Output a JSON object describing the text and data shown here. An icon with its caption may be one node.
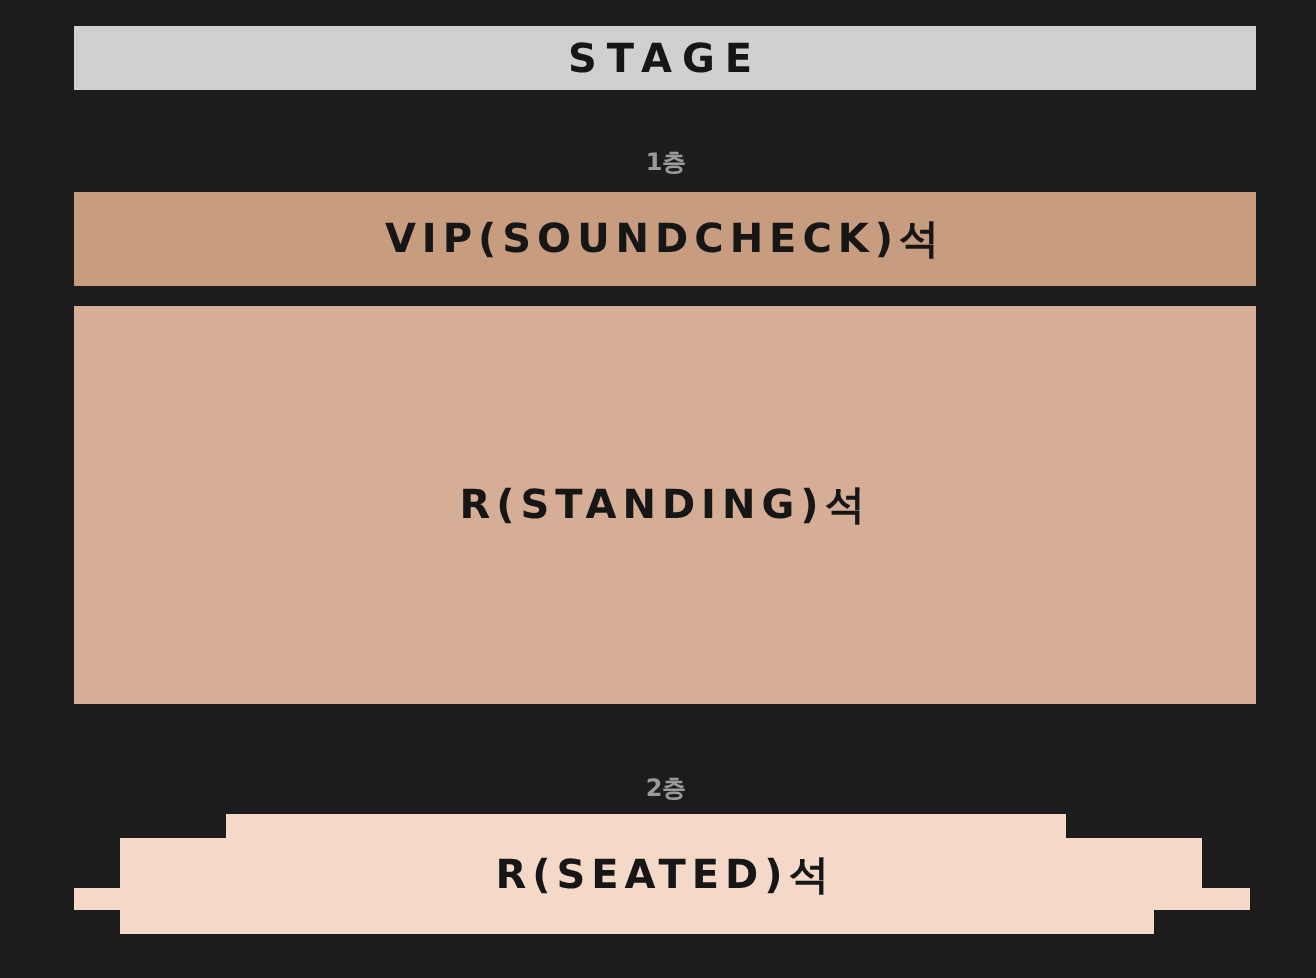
{
  "diagram": {
    "nodes": [
      {
        "text": [
          "STAGE"
        ]
      },
      {
        "text": [
          "VIP(SOUNDCHECK)석"
        ]
      },
      {
        "text": [
          "R(STANDING)석"
        ]
      },
      {
        "text": [
          "R(SEATED)석"
        ]
      }
    ],
    "labels": [
      "1층",
      "2층"
    ]
  }
}
